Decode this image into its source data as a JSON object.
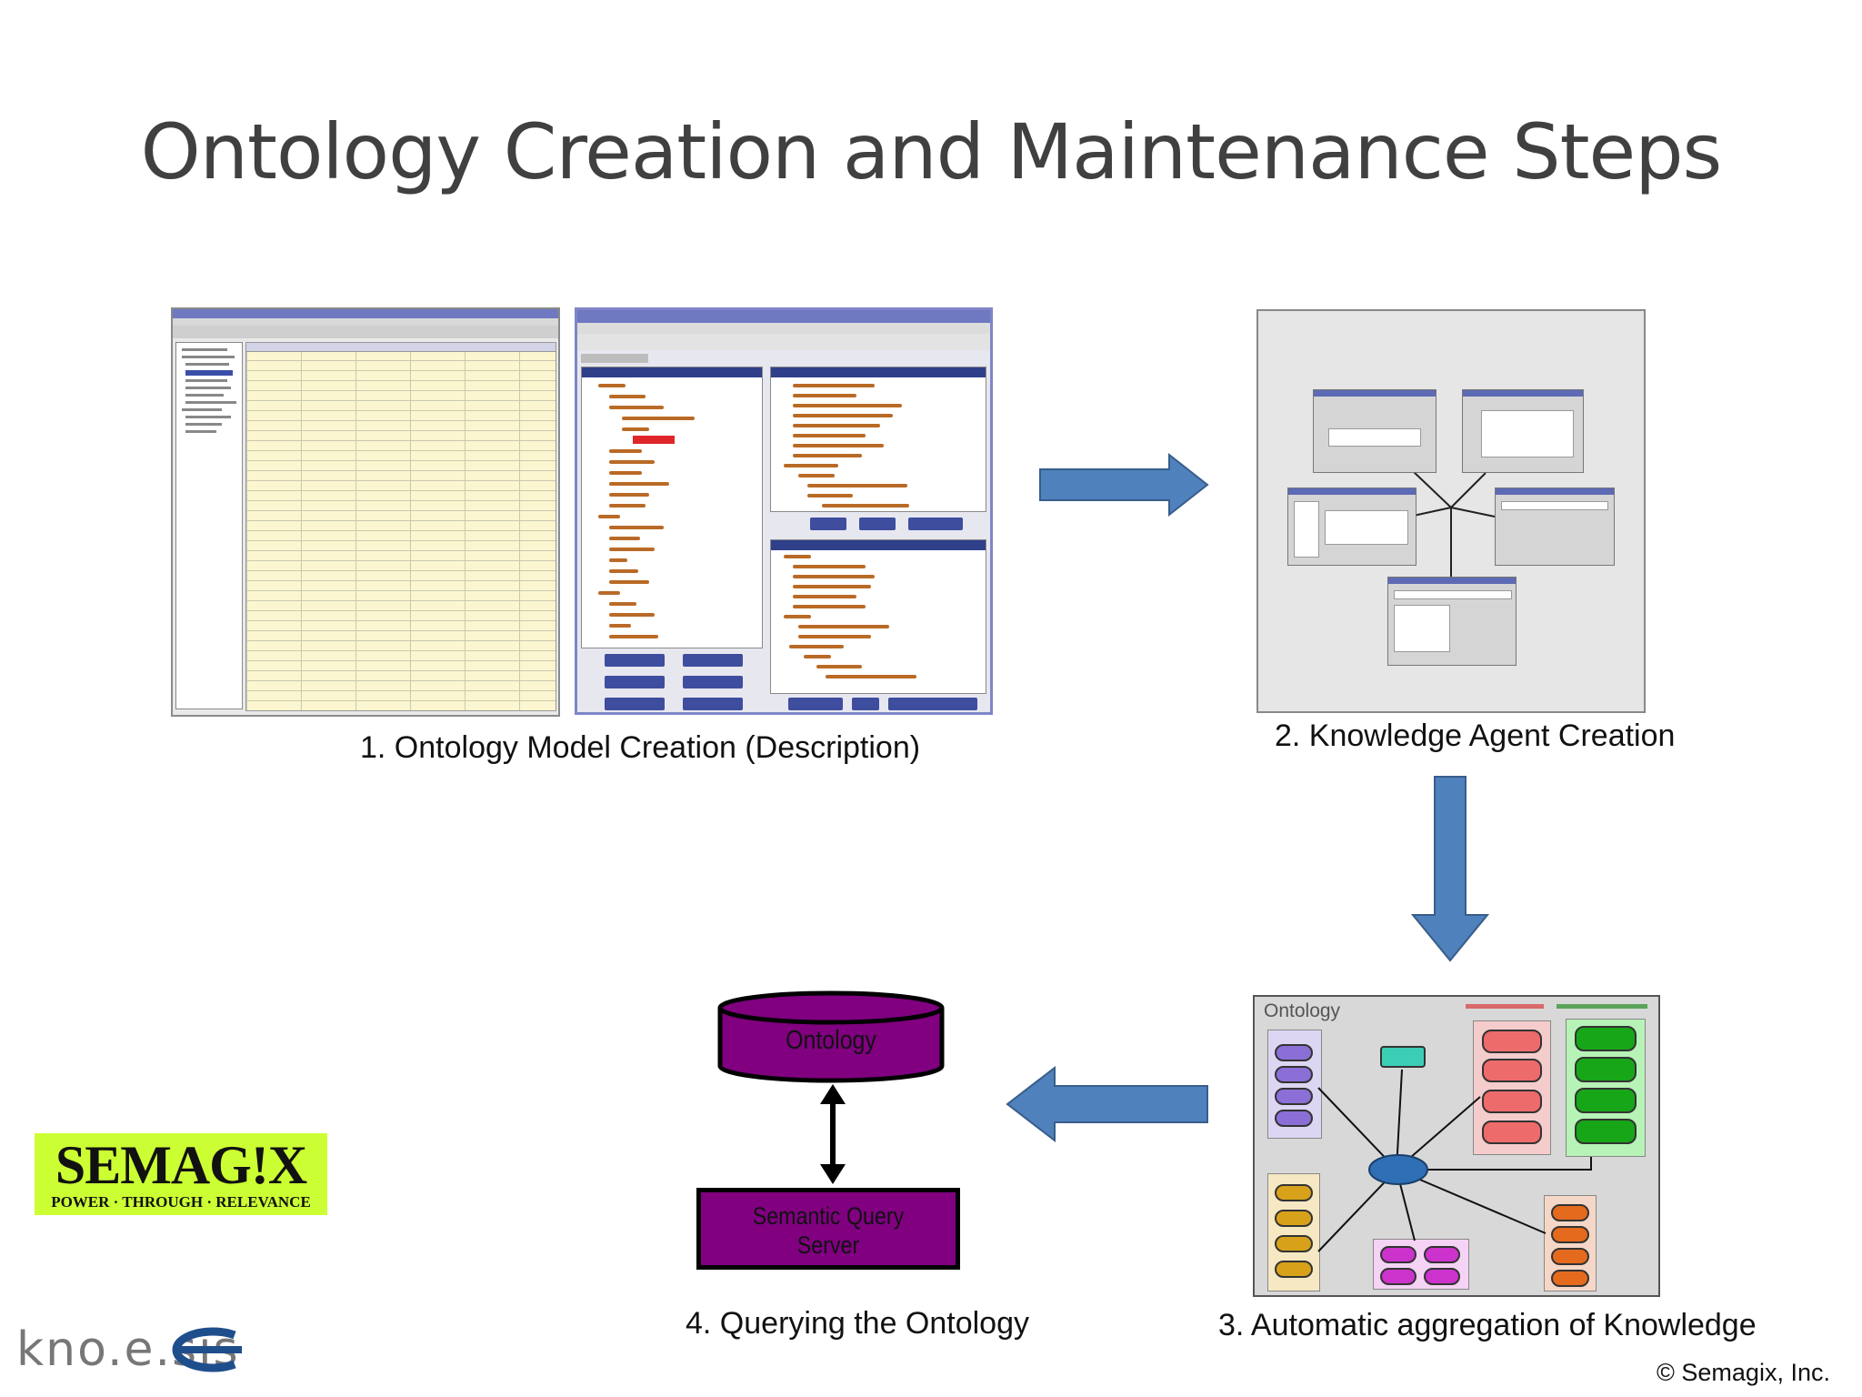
{
  "title": "Ontology Creation and Maintenance Steps",
  "steps": {
    "step1": "1. Ontology Model Creation (Description)",
    "step2": "2. Knowledge Agent Creation",
    "step3": "3. Automatic aggregation of Knowledge",
    "step4": "4. Querying the Ontology"
  },
  "diagram": {
    "ontology_label": "Ontology",
    "server_label": "Semantic Query Server",
    "aggregation_heading": "Ontology"
  },
  "logos": {
    "semagix_main": "SEMAG!X",
    "semagix_tagline": "POWER · THROUGH · RELEVANCE",
    "knoesis": "kno.e.sis"
  },
  "copyright": "© Semagix, Inc.",
  "colors": {
    "arrow": "#4f81bd",
    "arrow_border": "#385d8a",
    "purple": "#800080",
    "semagix_bg": "#ccff33"
  }
}
